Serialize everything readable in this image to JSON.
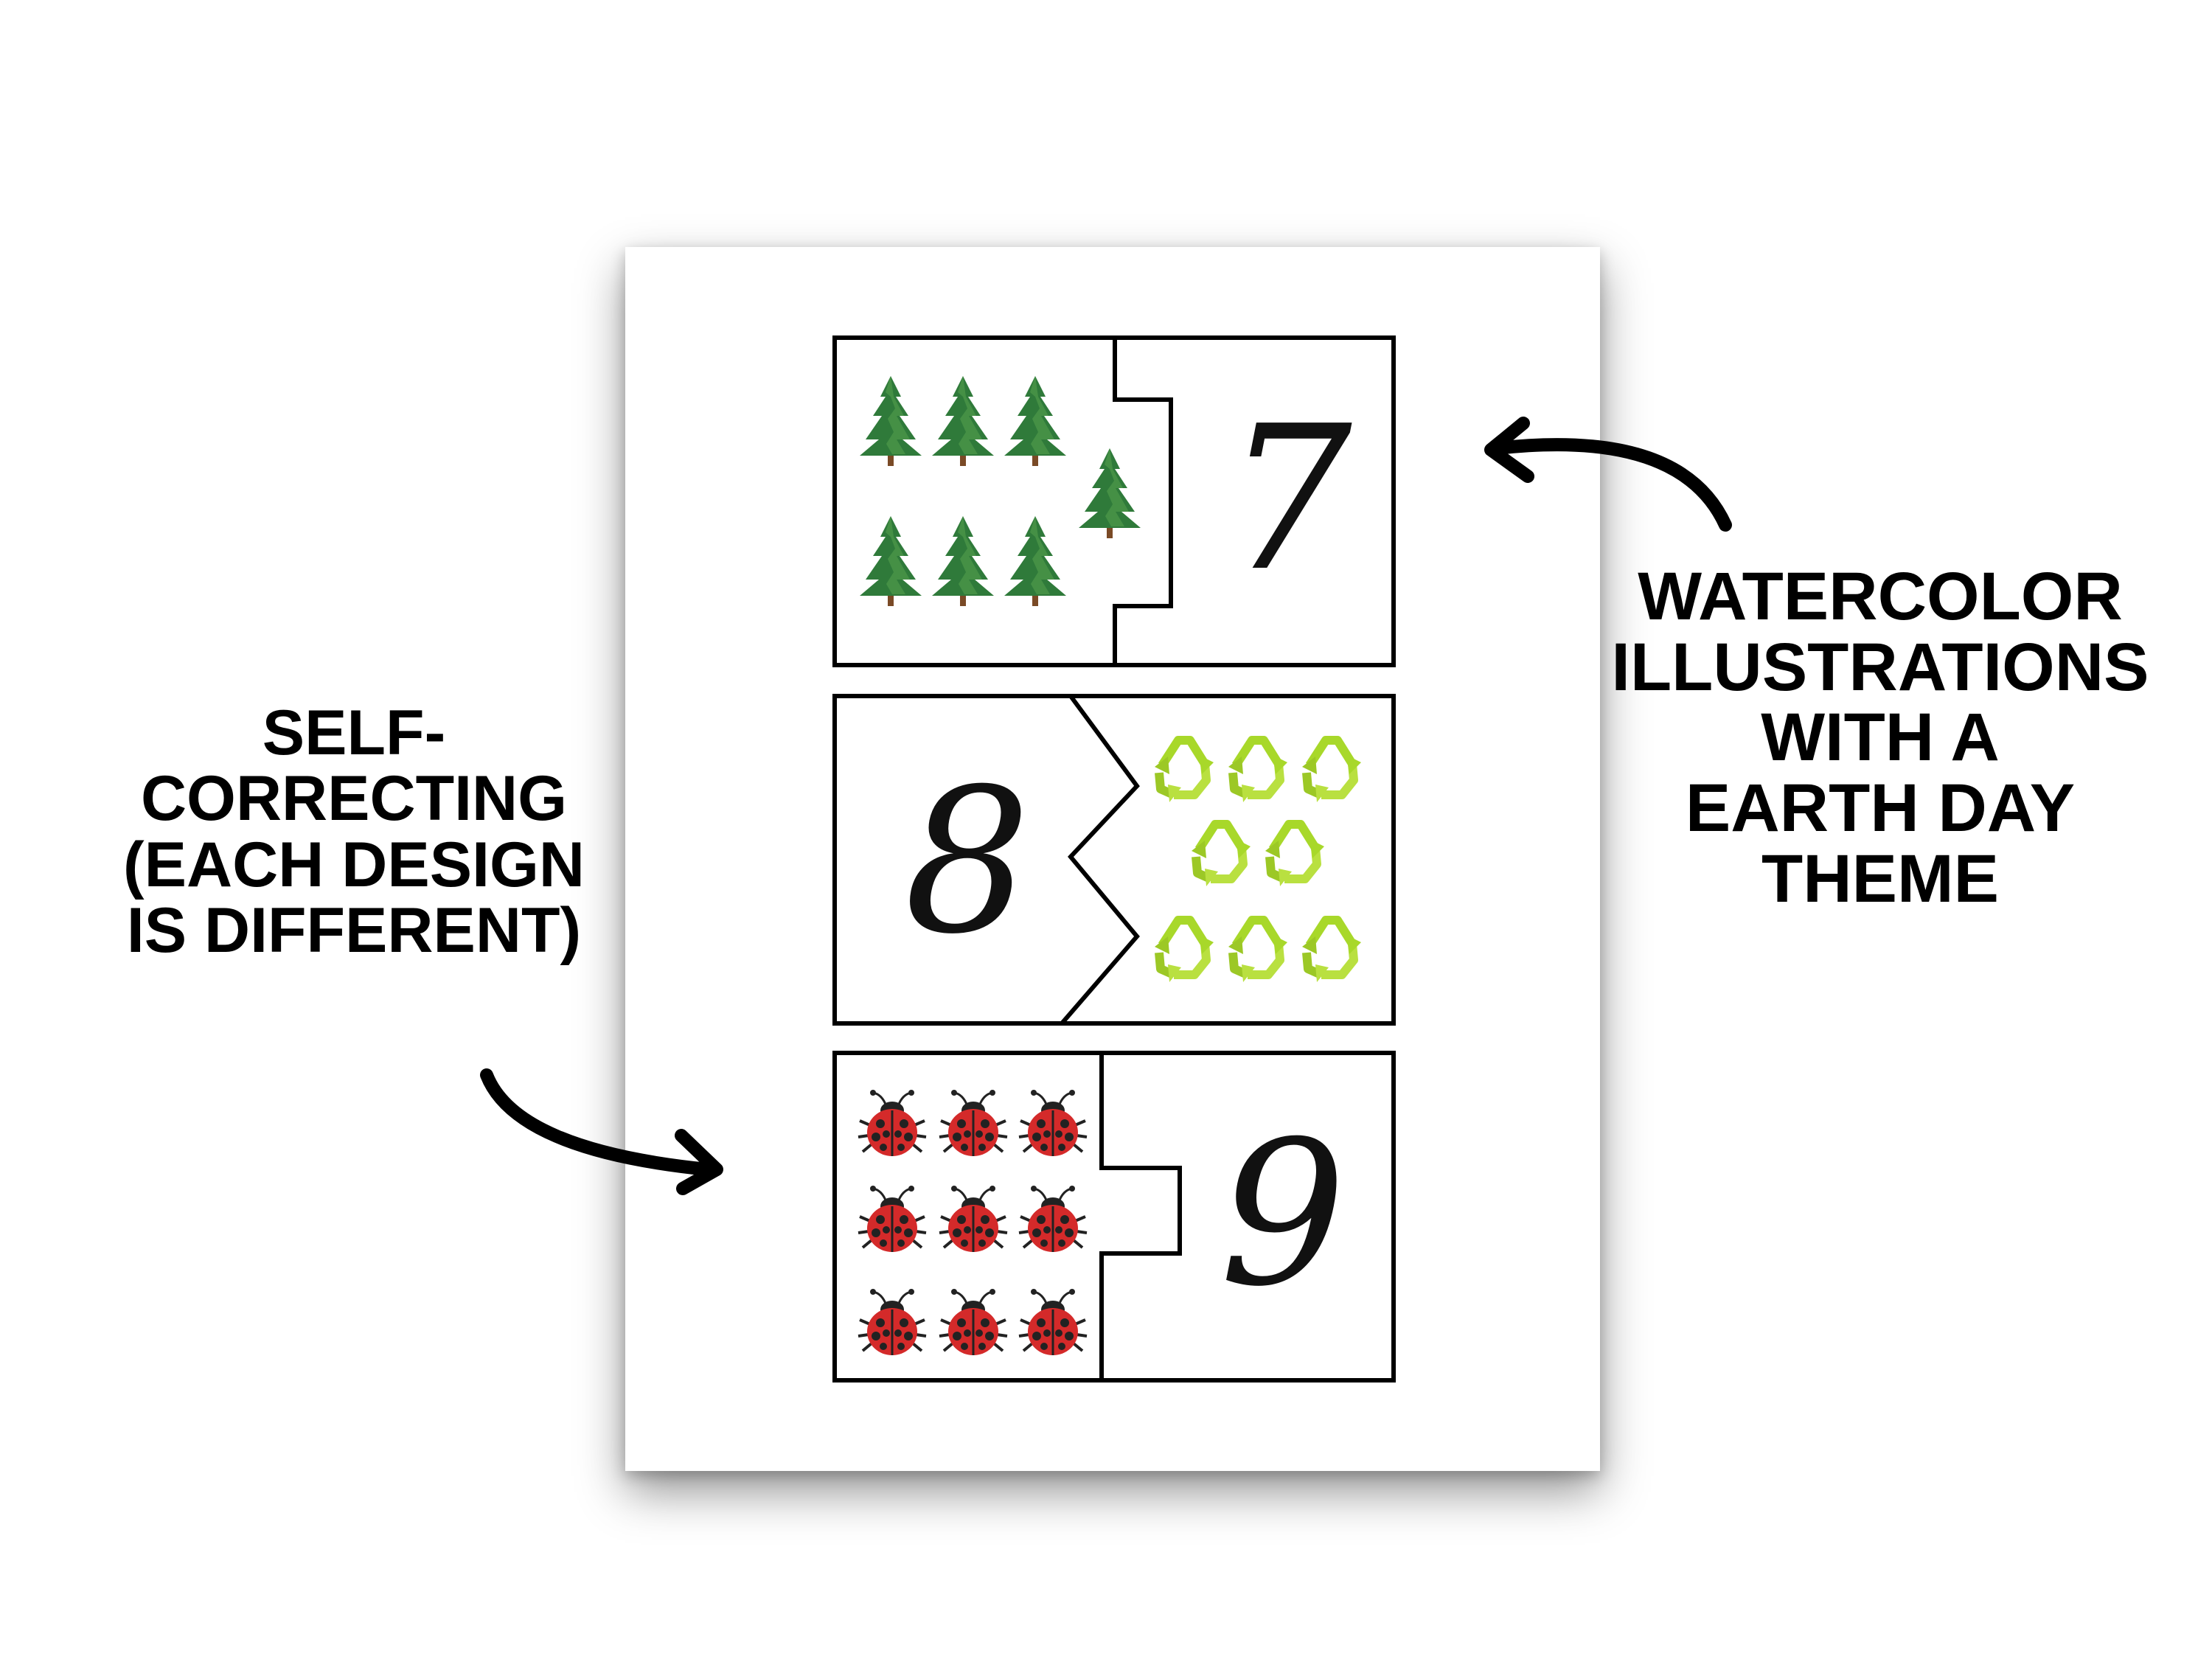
{
  "captions": {
    "left": [
      "SELF-",
      "CORRECTING",
      "(EACH DESIGN",
      "IS DIFFERENT)"
    ],
    "right": [
      "WATERCOLOR",
      "ILLUSTRATIONS",
      "WITH A",
      "EARTH DAY",
      "THEME"
    ]
  },
  "puzzles": [
    {
      "number": "7",
      "count": 7,
      "picture": "pine-tree-icon"
    },
    {
      "number": "8",
      "count": 8,
      "picture": "recycle-icon"
    },
    {
      "number": "9",
      "count": 9,
      "picture": "ladybug-icon"
    }
  ],
  "colors": {
    "tree_green": "#2f7a3a",
    "recycle_green": "#a8d82a",
    "ladybug_red": "#d42a2a",
    "outline": "#000000"
  }
}
